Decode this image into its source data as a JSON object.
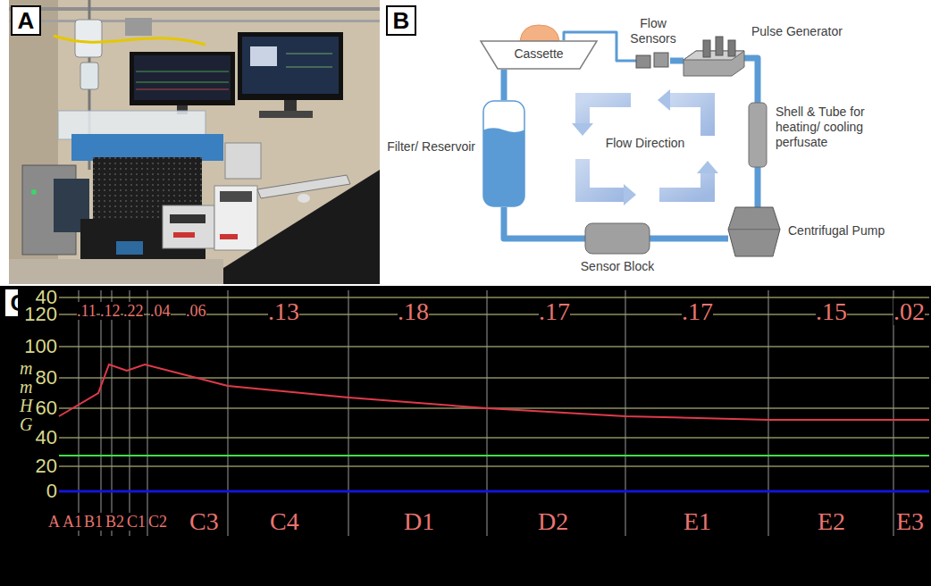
{
  "diagram": {
    "nodes": [
      {
        "text": [
          "Cassette"
        ]
      },
      {
        "text": [
          "Flow Sensors"
        ]
      },
      {
        "text": [
          "Pulse Generator"
        ]
      },
      {
        "text": [
          "Filter/ Reservoir"
        ]
      },
      {
        "text": [
          "Shell & Tube for heating/ cooling perfusate"
        ]
      },
      {
        "text": [
          "Centrifugal Pump"
        ]
      },
      {
        "text": [
          "Sensor Block"
        ]
      }
    ],
    "edges": [
      {
        "from": 0,
        "to": 3,
        "arrow": "none"
      },
      {
        "from": 3,
        "to": 6,
        "arrow": "none"
      },
      {
        "from": 6,
        "to": 5,
        "arrow": "none"
      },
      {
        "from": 5,
        "to": 4,
        "arrow": "none"
      },
      {
        "from": 4,
        "to": 2,
        "arrow": "none"
      },
      {
        "from": 2,
        "to": 1,
        "arrow": "none"
      },
      {
        "from": 1,
        "to": 0,
        "arrow": "none"
      }
    ],
    "labels": [
      "A",
      "B",
      "Flow Direction",
      "C",
      "40",
      "120",
      "100",
      "80",
      "60",
      "40",
      "20",
      "0",
      "m",
      "m",
      "H",
      "G",
      ".11",
      ".12",
      ".22",
      ".04",
      ".06",
      ".13",
      ".18",
      ".17",
      ".17",
      ".15",
      ".02",
      "A",
      "A1",
      "B1",
      "B2",
      "C1",
      "C2",
      "C3",
      "C4",
      "D1",
      "D2",
      "E1",
      "E2",
      "E3"
    ]
  }
}
